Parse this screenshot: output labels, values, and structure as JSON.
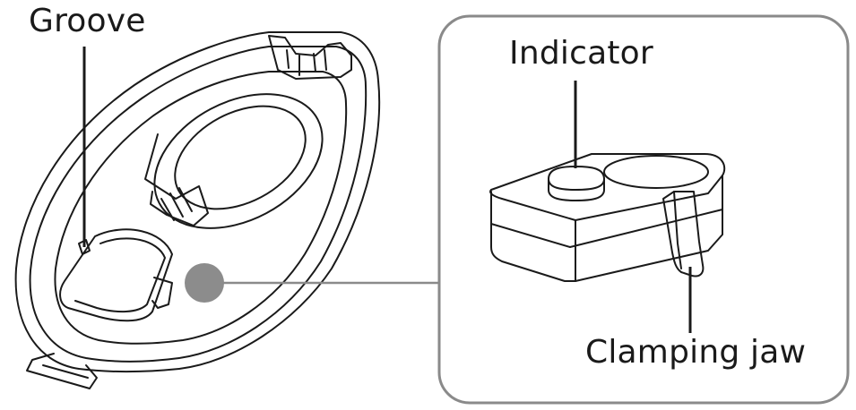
{
  "labels": {
    "groove": "Groove",
    "indicator": "Indicator",
    "clamping_jaw": "Clamping jaw"
  },
  "colors": {
    "line": "#1a1a1a",
    "frame": "#8a8a8a",
    "marker": "#8c8c8c",
    "background": "#ffffff"
  }
}
